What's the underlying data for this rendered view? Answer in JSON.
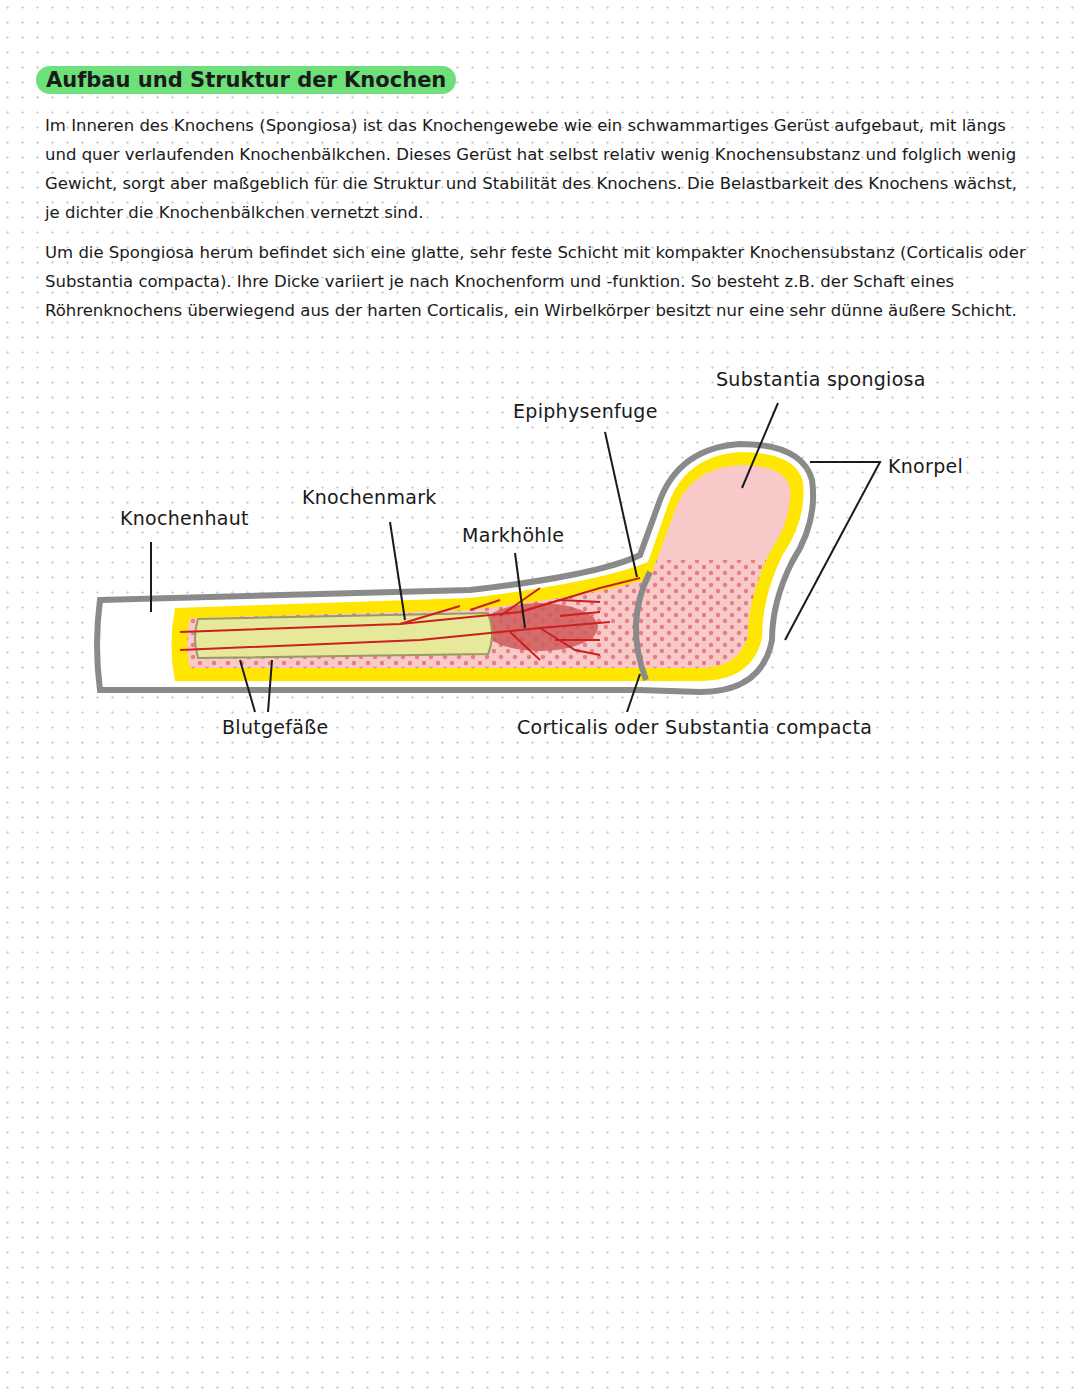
{
  "diagram": {
    "title": "Aufbau und Struktur der Knochen",
    "labels": [
      "Im Inneren des Knochens (Spongiosa) ist das Knochengewebe wie ein schwammartiges Gerüst aufgebaut, mit längs und quer verlaufenden Knochenbälkchen. Dieses Gerüst hat selbst relativ wenig Knochensubstanz und folglich wenig Gewicht, sorgt aber maßgeblich für die Struktur und Stabilität des Knochens. Die Belastbarkeit des Knochens wächst, je dichter die Knochenbälkchen vernetzt sind.",
      "Um die Spongiosa herum befindet sich eine glatte, sehr feste Schicht mit kompakter Knochensubstanz (Corticalis oder Substantia compacta). Ihre Dicke variiert je nach Knochenform und -funktion. So besteht z.B. der Schaft eines Röhrenknochens überwiegend aus der harten Corticalis, ein Wirbelkörper besitzt nur eine sehr dünne äußere Schicht.",
      "Substantia spongiosa",
      "Epiphysenfuge",
      "Knorpel",
      "Knochenmark",
      "Knochenhaut",
      "Markhöhle",
      "Blutgefäße",
      "Corticalis oder Substantia compacta"
    ]
  }
}
